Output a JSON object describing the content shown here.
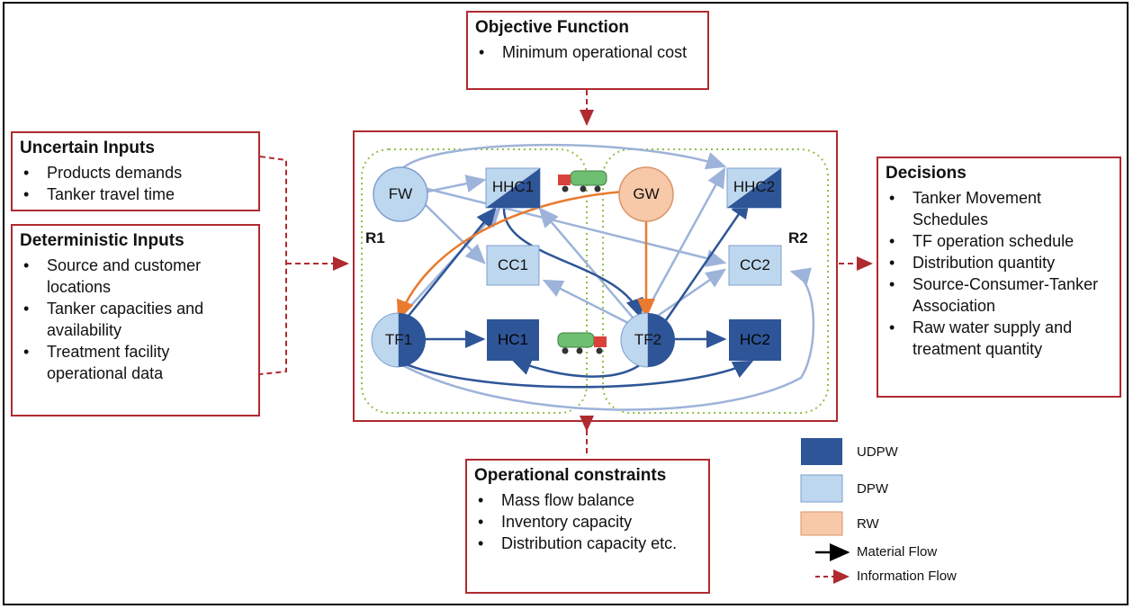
{
  "objective": {
    "title": "Objective Function",
    "items": [
      "Minimum operational cost"
    ]
  },
  "uncertain": {
    "title": "Uncertain Inputs",
    "items": [
      "Products demands",
      "Tanker travel time"
    ]
  },
  "deterministic": {
    "title": "Deterministic Inputs",
    "items": [
      "Source and customer locations",
      "Tanker capacities and availability",
      "Treatment facility operational data"
    ]
  },
  "decisions": {
    "title": "Decisions",
    "items": [
      "Tanker Movement Schedules",
      "TF operation schedule",
      "Distribution quantity",
      "Source-Consumer-Tanker Association",
      "Raw water supply and treatment quantity"
    ]
  },
  "constraints": {
    "title": "Operational constraints",
    "items": [
      "Mass flow balance",
      "Inventory capacity",
      "Distribution capacity etc."
    ]
  },
  "network": {
    "regions": {
      "r1": "R1",
      "r2": "R2"
    },
    "nodes": {
      "fw": "FW",
      "gw": "GW",
      "hhc1": "HHC1",
      "hhc2": "HHC2",
      "cc1": "CC1",
      "cc2": "CC2",
      "hc1": "HC1",
      "hc2": "HC2",
      "tf1": "TF1",
      "tf2": "TF2"
    }
  },
  "legend": {
    "udpw": "UDPW",
    "dpw": "DPW",
    "rw": "RW",
    "material": "Material Flow",
    "information": "Information Flow"
  },
  "colors": {
    "udpw": "#2e5597",
    "dpw": "#bdd7ee",
    "rw": "#f8c9a8",
    "border": "#b02a30",
    "light_arrow": "#9db3d9",
    "orange_arrow": "#e97a2e",
    "region": "#8fbf4a"
  }
}
